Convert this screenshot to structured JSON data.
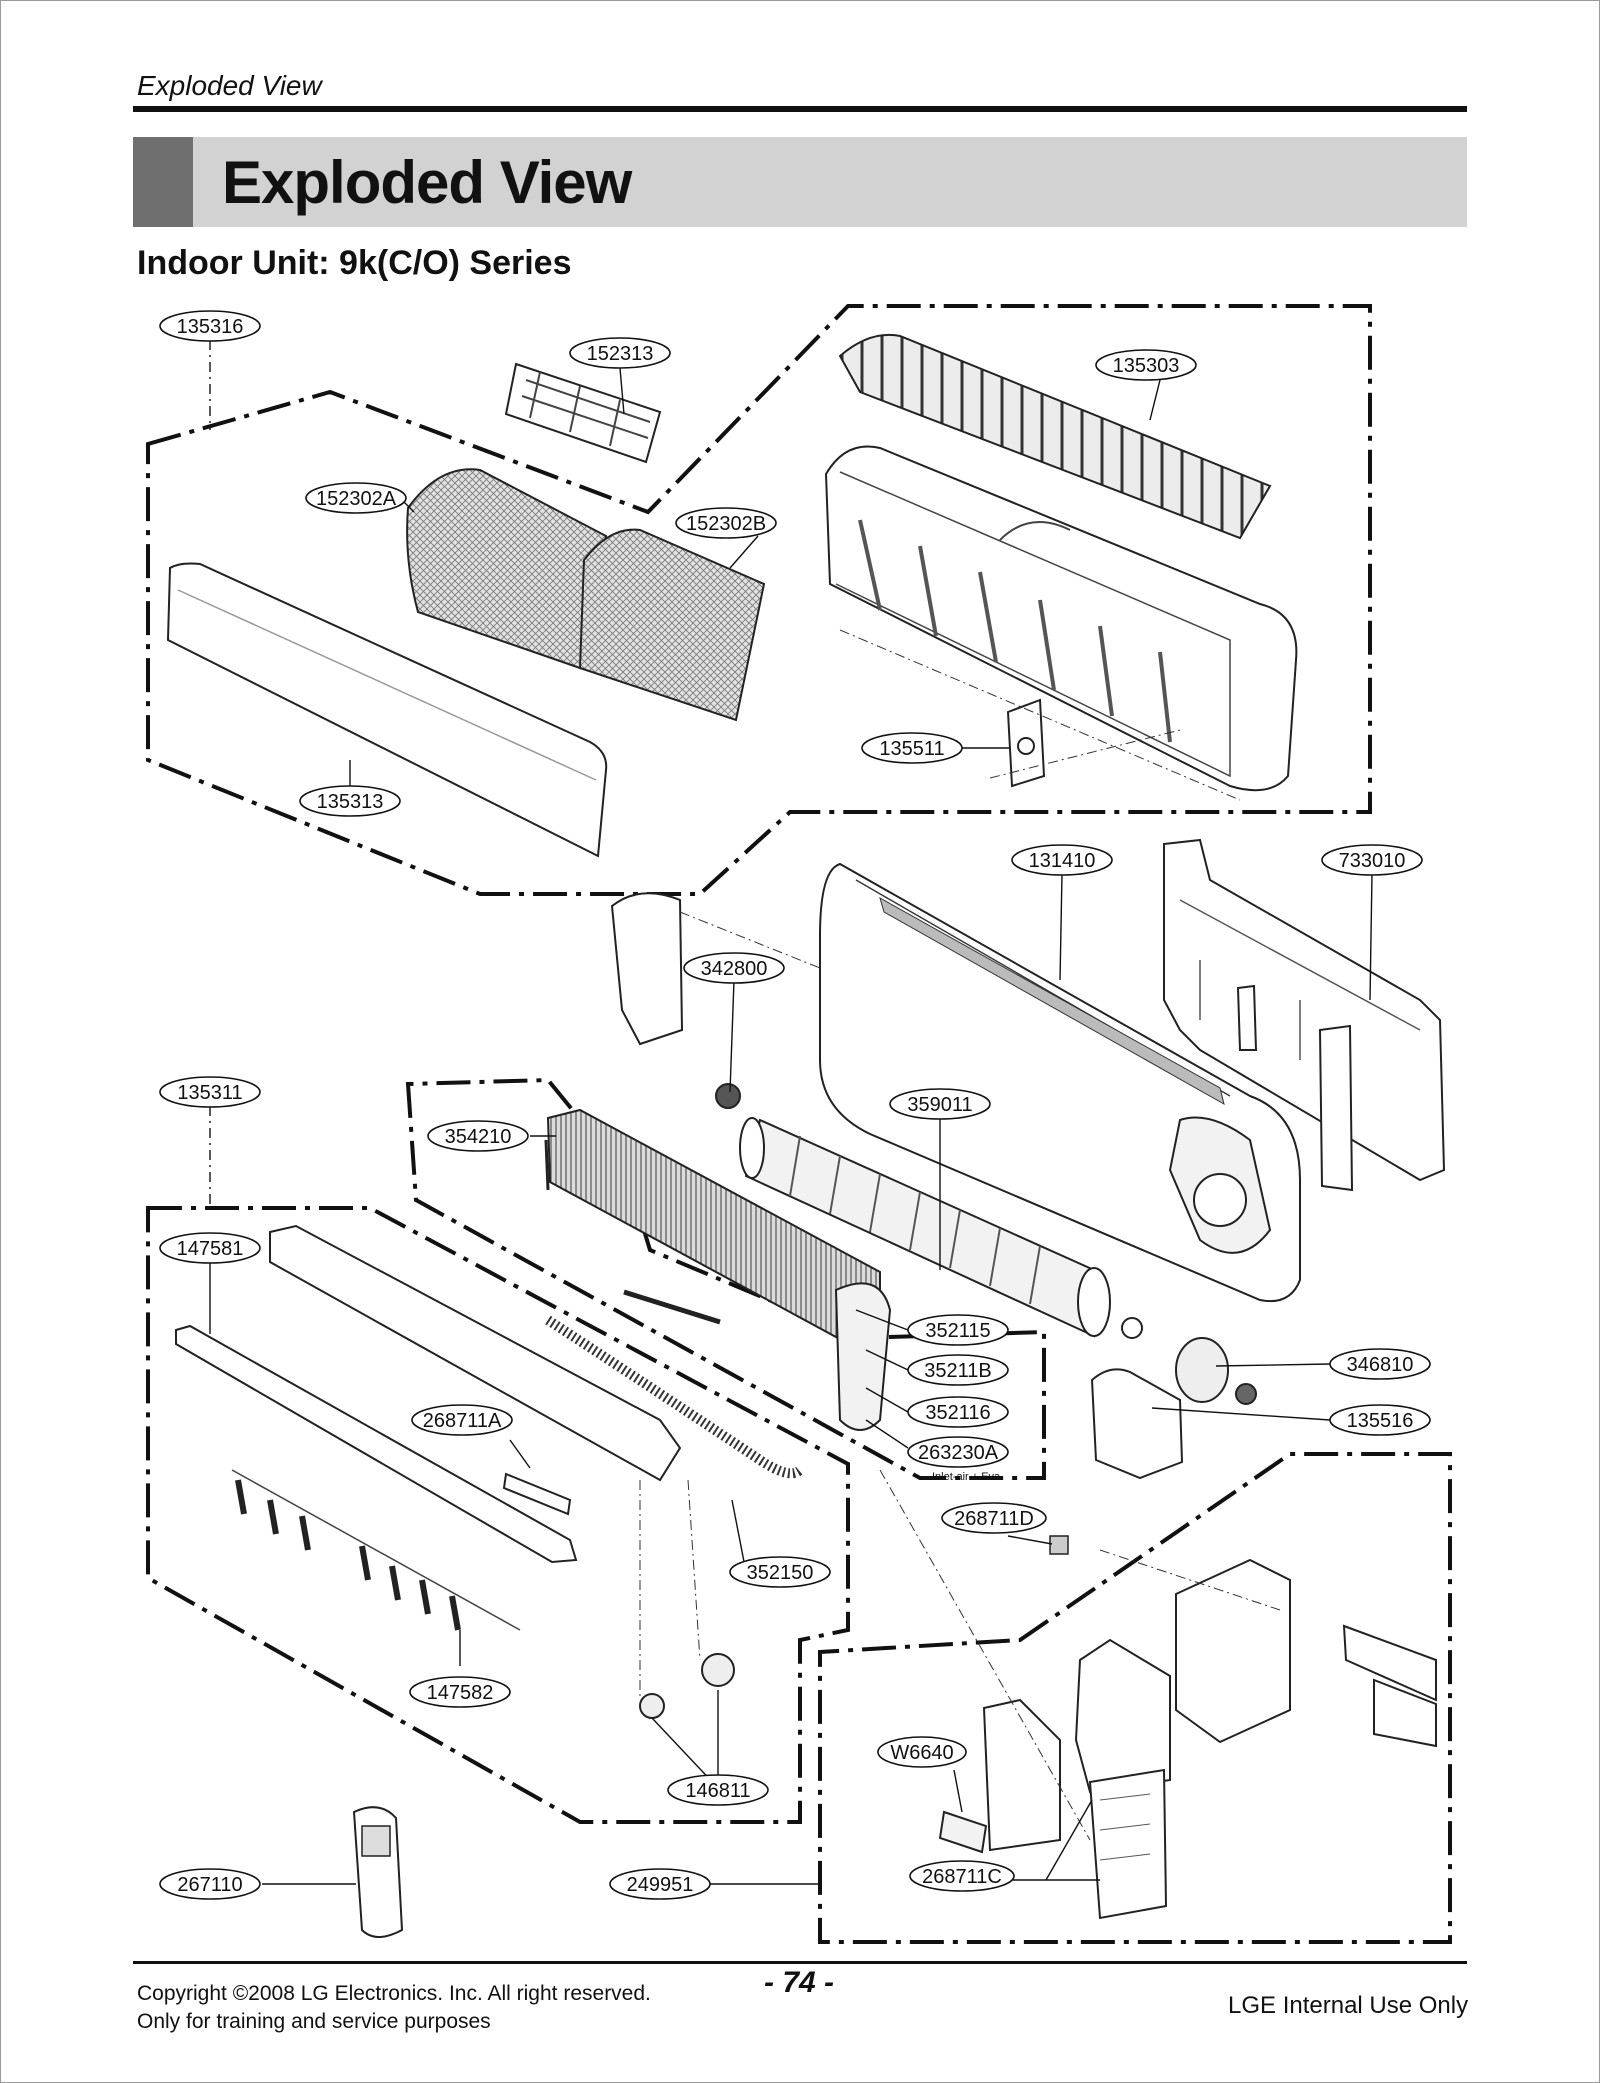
{
  "header": {
    "running_title": "Exploded View",
    "section_title": "Exploded View",
    "subtitle": "Indoor Unit: 9k(C/O) Series"
  },
  "parts": [
    {
      "id": "p135316",
      "label": "135316"
    },
    {
      "id": "p152313",
      "label": "152313"
    },
    {
      "id": "p135303",
      "label": "135303"
    },
    {
      "id": "p152302A",
      "label": "152302A"
    },
    {
      "id": "p152302B",
      "label": "152302B"
    },
    {
      "id": "p135313",
      "label": "135313"
    },
    {
      "id": "p135511",
      "label": "135511"
    },
    {
      "id": "p131410",
      "label": "131410"
    },
    {
      "id": "p733010",
      "label": "733010"
    },
    {
      "id": "p342800",
      "label": "342800"
    },
    {
      "id": "p359011",
      "label": "359011"
    },
    {
      "id": "p135311",
      "label": "135311"
    },
    {
      "id": "p354210",
      "label": "354210"
    },
    {
      "id": "p147581",
      "label": "147581"
    },
    {
      "id": "p352115",
      "label": "352115"
    },
    {
      "id": "p35211B",
      "label": "35211B"
    },
    {
      "id": "p346810",
      "label": "346810"
    },
    {
      "id": "p352116",
      "label": "352116"
    },
    {
      "id": "p268711A",
      "label": "268711A"
    },
    {
      "id": "p135516",
      "label": "135516"
    },
    {
      "id": "p263230A",
      "label": "263230A"
    },
    {
      "id": "p268711D",
      "label": "268711D"
    },
    {
      "id": "p352150",
      "label": "352150"
    },
    {
      "id": "p147582",
      "label": "147582"
    },
    {
      "id": "pW6640",
      "label": "W6640"
    },
    {
      "id": "p146811",
      "label": "146811"
    },
    {
      "id": "p268711C",
      "label": "268711C"
    },
    {
      "id": "p267110",
      "label": "267110"
    },
    {
      "id": "p249951",
      "label": "249951"
    }
  ],
  "annotations": {
    "inlet_note": "Inlet-air + Eva"
  },
  "footer": {
    "copyright": "Copyright ©2008 LG Electronics. Inc. All right reserved.",
    "purpose": "Only for training and service purposes",
    "page_number": "- 74 -",
    "classification": "LGE Internal Use Only"
  }
}
